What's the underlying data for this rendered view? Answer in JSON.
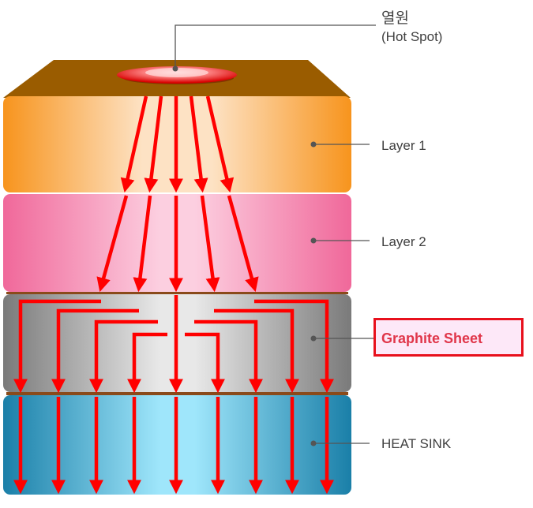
{
  "labels": {
    "hotspot_korean": "열원",
    "hotspot_english": "(Hot Spot)",
    "layer1": "Layer 1",
    "layer2": "Layer 2",
    "graphite": "Graphite Sheet",
    "heatsink": "HEAT SINK"
  },
  "colors": {
    "arrow": "#ff0000",
    "top_face": "#9a5c00",
    "layer1": "#f7941d",
    "layer2": "#f06a9a",
    "graphite": "#8a8a8a",
    "heatsink": "#1a7fa8",
    "highlight_border": "#e8101c"
  }
}
